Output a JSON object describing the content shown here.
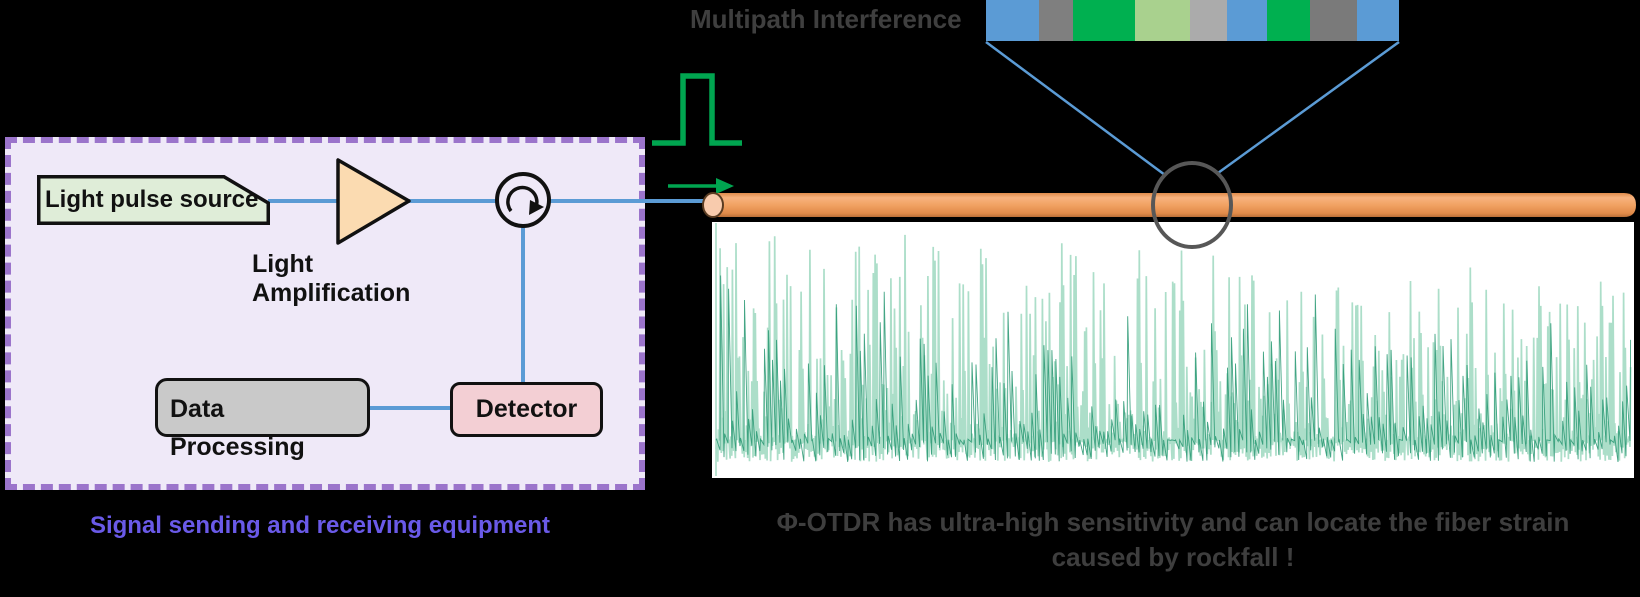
{
  "equipment": {
    "source_label": "Light pulse source",
    "amplifier_line1": "Light",
    "amplifier_line2": "Amplification",
    "data_processing_line1": "Data",
    "data_processing_line2": "Processing",
    "detector_label": "Detector",
    "caption": "Signal sending and receiving equipment"
  },
  "multipath": {
    "label": "Multipath Interference",
    "segments": [
      {
        "color": "#5b9bd5",
        "width": 53
      },
      {
        "color": "#7f7f7f",
        "width": 34
      },
      {
        "color": "#00b050",
        "width": 62
      },
      {
        "color": "#a9d18e",
        "width": 55
      },
      {
        "color": "#ababab",
        "width": 37
      },
      {
        "color": "#5b9bd5",
        "width": 40
      },
      {
        "color": "#00b050",
        "width": 43
      },
      {
        "color": "#7a7a7a",
        "width": 47
      },
      {
        "color": "#5b9bd5",
        "width": 42
      }
    ]
  },
  "caption": {
    "line1": "Φ-OTDR has ultra-high sensitivity and can locate the fiber strain",
    "line2": "caused by rockfall !"
  },
  "colors": {
    "background": "#000000",
    "box_fill": "#efe9f8",
    "box_dash": "#9b74cb",
    "connector_blue": "#5b9bd5",
    "pulse_green": "#00a550",
    "fiber_orange": "#ef9c5a",
    "purple_text": "#6a5ae8",
    "gray_text": "#3e3e3e",
    "magnifier_gray": "#575757"
  },
  "trace": {
    "seed": 20240917,
    "light_count": 520,
    "dark_count": 230,
    "light_color": "#a8dcc6",
    "dark_color": "#2f9b77"
  }
}
